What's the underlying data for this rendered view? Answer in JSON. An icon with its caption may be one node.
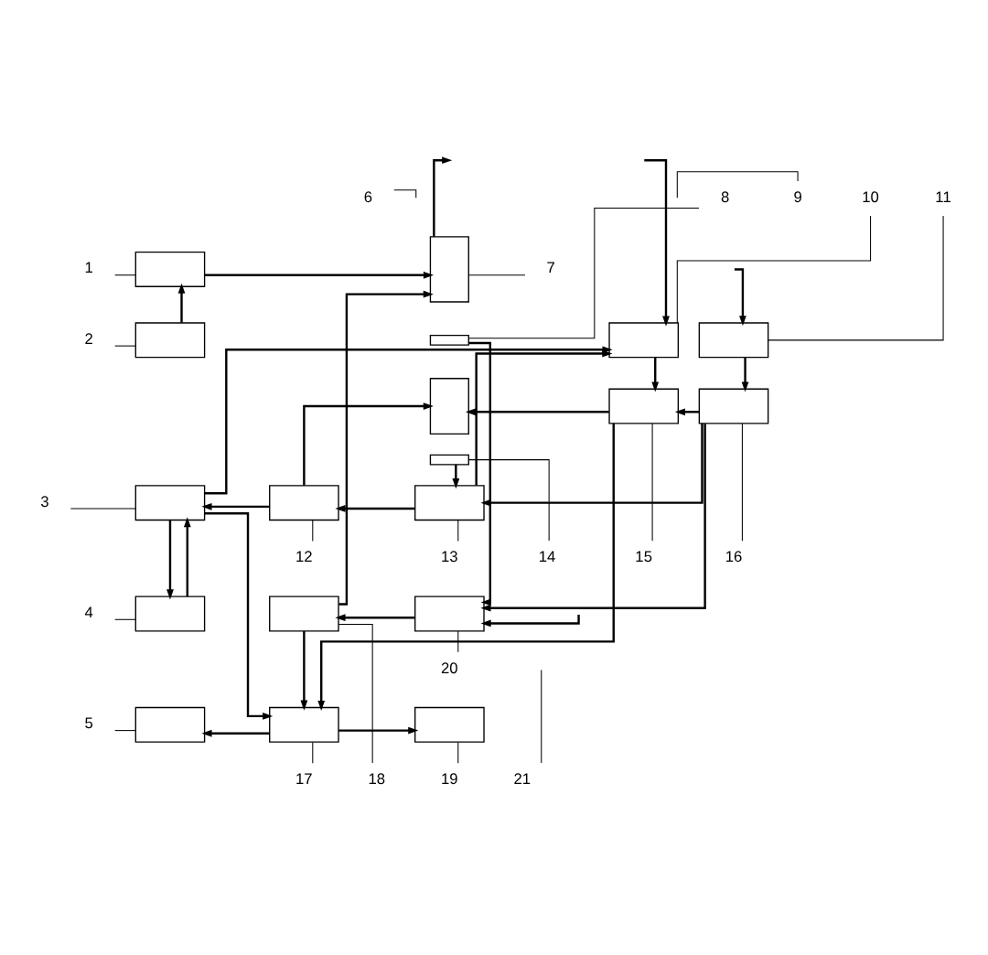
{
  "diagram": {
    "nodes": [
      {
        "text": [
          "1"
        ]
      },
      {
        "text": [
          "2"
        ]
      },
      {
        "text": [
          "3"
        ]
      },
      {
        "text": [
          "4"
        ]
      },
      {
        "text": [
          "5"
        ]
      },
      {
        "text": [
          "6"
        ]
      },
      {
        "text": [
          "7"
        ]
      },
      {
        "text": [
          "8"
        ]
      },
      {
        "text": [
          "9"
        ]
      },
      {
        "text": [
          "10"
        ]
      },
      {
        "text": [
          "11"
        ]
      },
      {
        "text": [
          "12"
        ]
      },
      {
        "text": [
          "13"
        ]
      },
      {
        "text": [
          "14"
        ]
      },
      {
        "text": [
          "15"
        ]
      },
      {
        "text": [
          "16"
        ]
      },
      {
        "text": [
          "17"
        ]
      },
      {
        "text": [
          "18"
        ]
      },
      {
        "text": [
          "19"
        ]
      },
      {
        "text": [
          "20"
        ]
      },
      {
        "text": [
          "21"
        ]
      },
      {
        "text": [],
        "shape": "box"
      },
      {
        "text": [],
        "shape": "box"
      },
      {
        "text": [],
        "shape": "box"
      },
      {
        "text": [],
        "shape": "box"
      },
      {
        "text": [],
        "shape": "box"
      },
      {
        "text": [],
        "shape": "box"
      },
      {
        "text": [],
        "shape": "box"
      },
      {
        "text": [],
        "shape": "box"
      },
      {
        "text": [],
        "shape": "box"
      },
      {
        "text": [],
        "shape": "box"
      },
      {
        "text": [],
        "shape": "box"
      },
      {
        "text": [],
        "shape": "box"
      },
      {
        "text": [],
        "shape": "box"
      },
      {
        "text": [],
        "shape": "box"
      },
      {
        "text": [],
        "shape": "box"
      },
      {
        "text": [],
        "shape": "box"
      },
      {
        "text": [],
        "shape": "box"
      },
      {
        "text": [],
        "shape": "box"
      },
      {
        "text": [],
        "shape": "box"
      }
    ],
    "edges": [
      {
        "from": 0,
        "to": 21,
        "arrow": "none"
      },
      {
        "from": 1,
        "to": 22,
        "arrow": "none"
      },
      {
        "from": 2,
        "to": 23,
        "arrow": "none"
      },
      {
        "from": 3,
        "to": 24,
        "arrow": "none"
      },
      {
        "from": 4,
        "to": 25,
        "arrow": "none"
      },
      {
        "from": 5,
        "to": null,
        "arrow": "none"
      },
      {
        "from": 6,
        "to": 26,
        "arrow": "none"
      },
      {
        "from": 7,
        "to": 27,
        "arrow": "none"
      },
      {
        "from": 8,
        "to": null,
        "arrow": "none"
      },
      {
        "from": 9,
        "to": 30,
        "arrow": "none"
      },
      {
        "from": 10,
        "to": 31,
        "arrow": "none"
      },
      {
        "from": 11,
        "to": 32,
        "arrow": "none"
      },
      {
        "from": 12,
        "to": 33,
        "arrow": "none"
      },
      {
        "from": 13,
        "to": 29,
        "arrow": "none"
      },
      {
        "from": 14,
        "to": 34,
        "arrow": "none"
      },
      {
        "from": 15,
        "to": 35,
        "arrow": "none"
      },
      {
        "from": 16,
        "to": 36,
        "arrow": "none"
      },
      {
        "from": 17,
        "to": 37,
        "arrow": "none"
      },
      {
        "from": 18,
        "to": 38,
        "arrow": "none"
      },
      {
        "from": 19,
        "to": 39,
        "arrow": "none"
      },
      {
        "from": 20,
        "to": null,
        "arrow": "none"
      },
      {
        "from": 21,
        "to": 26,
        "arrow": "to"
      },
      {
        "from": 22,
        "to": 21,
        "arrow": "to"
      },
      {
        "from": 26,
        "to": null,
        "arrow": "to"
      },
      {
        "from": null,
        "to": 30,
        "arrow": "to"
      },
      {
        "from": null,
        "to": 31,
        "arrow": "to"
      },
      {
        "from": 37,
        "to": 26,
        "arrow": "to"
      },
      {
        "from": 27,
        "to": 39,
        "arrow": "to"
      },
      {
        "from": 32,
        "to": 28,
        "arrow": "to"
      },
      {
        "from": 32,
        "to": 23,
        "arrow": "to"
      },
      {
        "from": 34,
        "to": 28,
        "arrow": "to"
      },
      {
        "from": 23,
        "to": 30,
        "arrow": "to"
      },
      {
        "from": 33,
        "to": 30,
        "arrow": "to"
      },
      {
        "from": 29,
        "to": 33,
        "arrow": "to"
      },
      {
        "from": 33,
        "to": 32,
        "arrow": "to"
      },
      {
        "from": 30,
        "to": 34,
        "arrow": "to"
      },
      {
        "from": 31,
        "to": 35,
        "arrow": "to"
      },
      {
        "from": 35,
        "to": 34,
        "arrow": "to"
      },
      {
        "from": 35,
        "to": 33,
        "arrow": "to"
      },
      {
        "from": 35,
        "to": 39,
        "arrow": "to"
      },
      {
        "from": null,
        "to": 39,
        "arrow": "to"
      },
      {
        "from": 39,
        "to": 37,
        "arrow": "to"
      },
      {
        "from": 24,
        "to": 23,
        "arrow": "to"
      },
      {
        "from": 23,
        "to": 24,
        "arrow": "to"
      },
      {
        "from": 23,
        "to": 36,
        "arrow": "to"
      },
      {
        "from": 34,
        "to": 36,
        "arrow": "to"
      },
      {
        "from": 37,
        "to": 36,
        "arrow": "to"
      },
      {
        "from": 36,
        "to": 25,
        "arrow": "to"
      },
      {
        "from": 36,
        "to": 38,
        "arrow": "to"
      }
    ]
  }
}
